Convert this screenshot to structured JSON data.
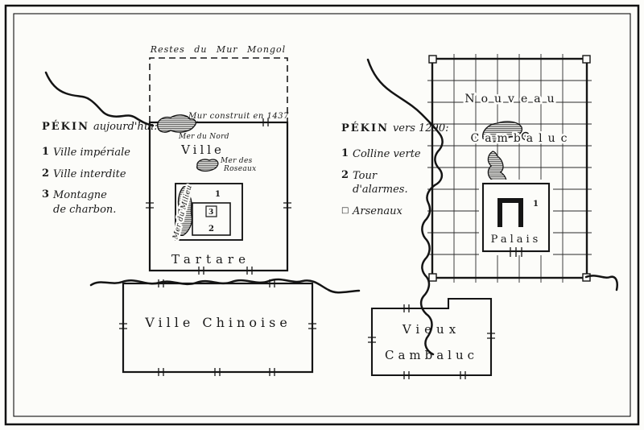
{
  "left_map": {
    "legend": {
      "title_caps": "PÉKIN",
      "title_rest": "aujourd'hui:",
      "items": [
        {
          "num": "1",
          "text": "Ville impériale"
        },
        {
          "num": "2",
          "text": "Ville interdite"
        },
        {
          "num": "3",
          "text": "Montagne de charbon."
        }
      ]
    },
    "labels": {
      "restes": "Restes du Mur Mongol",
      "mur1437": "Mur construit en 1437",
      "mer_du_nord": "Mer du Nord",
      "ville": "Ville",
      "mer_des_line1": "Mer des",
      "mer_des_line2": "Roseaux",
      "mer_du_milieu": "Mer du Milieu",
      "tartare": "Tartare",
      "ville_chinoise": "Ville Chinoise",
      "n1": "1",
      "n2": "2",
      "n3": "3"
    }
  },
  "right_map": {
    "legend": {
      "title_caps": "PÉKIN",
      "title_rest": "vers 1290:",
      "items": [
        {
          "num": "1",
          "text": "Colline verte"
        },
        {
          "num": "2",
          "text": "Tour d'alarmes."
        },
        {
          "num": "□",
          "text": "Arsenaux"
        }
      ]
    },
    "labels": {
      "nouveau": "Nouveau",
      "cambaluc": "Cambaluc",
      "palais": "Palais",
      "n1": "1",
      "vieux_line1": "Vieux",
      "vieux_line2": "Cambaluc"
    }
  }
}
